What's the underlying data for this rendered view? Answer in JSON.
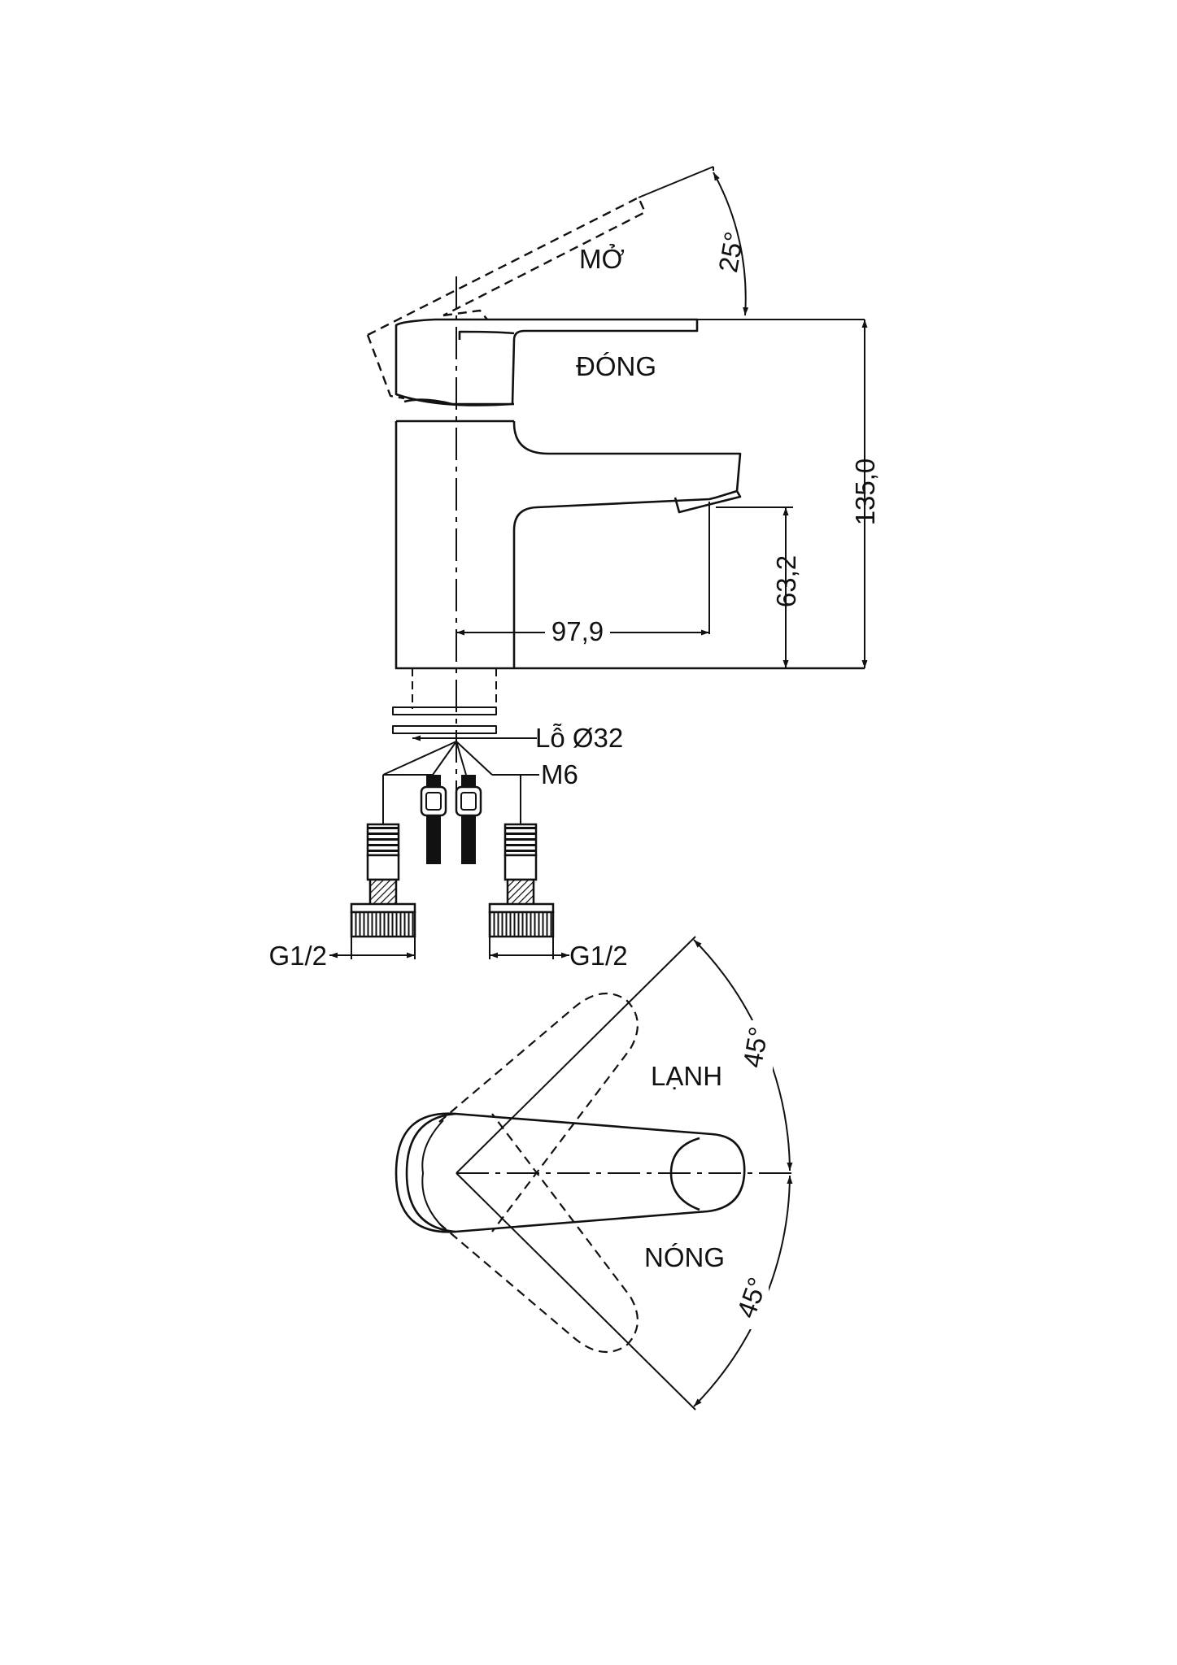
{
  "labels": {
    "open": "MỞ",
    "closed": "ĐÓNG",
    "cold": "LẠNH",
    "hot": "NÓNG"
  },
  "dimensions": {
    "lever_tilt": "25°",
    "total_height": "135,0",
    "spout_height": "63,2",
    "spout_reach": "97,9",
    "mount_hole": "Lỗ Ø32",
    "stud_thread": "M6",
    "inlet_left": "G1/2",
    "inlet_right": "G1/2",
    "rotation_cold": "45°",
    "rotation_hot": "45°"
  },
  "colors": {
    "line": "#111111",
    "background": "#ffffff"
  }
}
